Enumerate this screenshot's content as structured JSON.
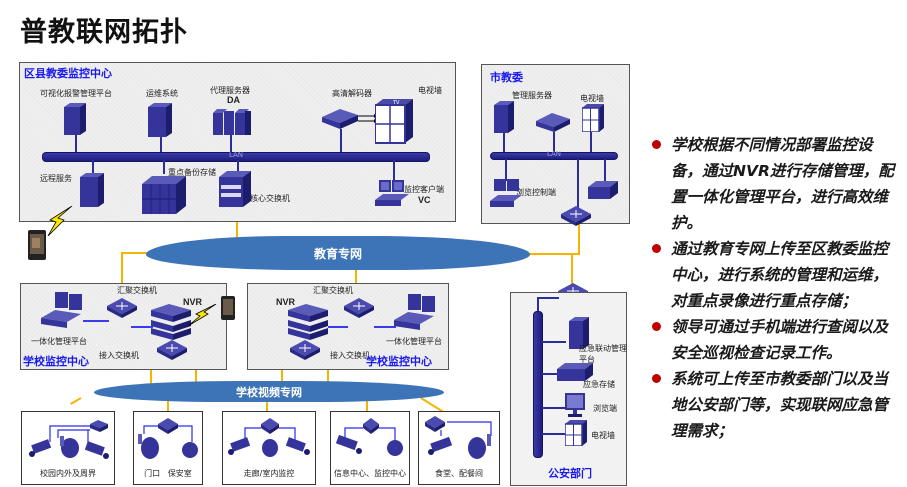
{
  "title": "普教联网拓扑",
  "district_center": {
    "title": "区县教委监控中心",
    "devices": {
      "visual_alarm_platform": "可视化报警管理平台",
      "ops_system": "运维系统",
      "proxy_server": "代理服务器",
      "proxy_server_tag": "DA",
      "hd_decoder": "高清解码器",
      "tv_wall": "电视墙",
      "tv_badge": "TV",
      "lan": "LAN",
      "remote_service": "远程服务",
      "key_backup_storage": "重点备份存储",
      "core_switch": "核心交换机",
      "monitor_client": "监控客户端",
      "monitor_client_tag": "VC"
    }
  },
  "city_committee": {
    "title": "市教委",
    "devices": {
      "management_server": "管理服务器",
      "tv_wall": "电视墙",
      "lan": "LAN",
      "browse_control": "浏览控制端"
    }
  },
  "education_network": "教育专网",
  "school_center_left": {
    "title": "学校监控中心",
    "aggregation_switch": "汇聚交换机",
    "nvr": "NVR",
    "integrated_platform": "一体化管理平台",
    "access_switch": "接入交换机"
  },
  "school_center_right": {
    "title": "学校监控中心",
    "aggregation_switch": "汇聚交换机",
    "nvr": "NVR",
    "integrated_platform": "一体化管理平台",
    "access_switch": "接入交换机"
  },
  "public_security": {
    "title": "公安部门",
    "devices": {
      "emergency_platform": "应急联动管理平台",
      "emergency_storage": "应急存储",
      "browser_client": "浏览端",
      "tv_wall": "电视墙"
    }
  },
  "school_video_network": "学校视频专网",
  "camera_zones": [
    {
      "label": "校园内外及周界"
    },
    {
      "label_a": "门口",
      "label_b": "保安室"
    },
    {
      "label": "走廊/室内监控"
    },
    {
      "label": "信息中心、监控中心"
    },
    {
      "label": "食堂、配餐间"
    }
  ],
  "bullets": [
    "学校根据不同情况部署监控设备，通过NVR进行存储管理，配置一体化管理平台，进行高效维护。",
    "通过教育专网上传至区教委监控中心，进行系统的管理和运维，对重点录像进行重点存储；",
    "领导可通过手机端进行查阅以及安全巡视检查记录工作。",
    "系统可上传至市教委部门以及当地公安部门等，实现联网应急管理需求；"
  ],
  "colors": {
    "panel_title": "#1a1aee",
    "bullet_dot": "#c00000",
    "cloud": "#3d74b7",
    "link": "#f5b400",
    "device": "#2d2d9a"
  }
}
